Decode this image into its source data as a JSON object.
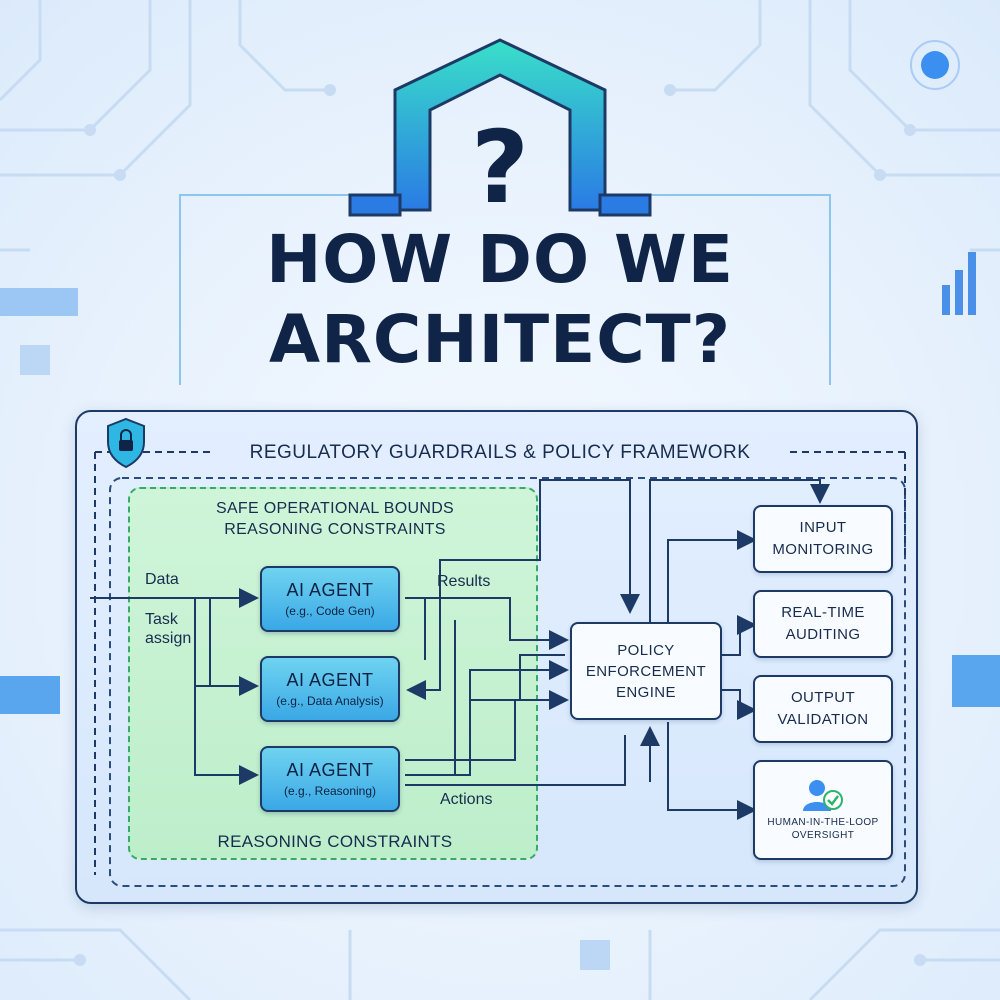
{
  "title": {
    "line1": "HOW DO WE",
    "line2": "ARCHITECT?"
  },
  "framework": {
    "title": "REGULATORY GUARDRAILS & POLICY FRAMEWORK",
    "icon": "lock-shield-icon"
  },
  "safe_bounds": {
    "title_line1": "SAFE OPERATIONAL BOUNDS",
    "title_line2": "REASONING CONSTRAINTS",
    "bottom_label": "REASONING CONSTRAINTS"
  },
  "inputs": {
    "data": "Data",
    "task_line1": "Task",
    "task_line2": "assign"
  },
  "flows": {
    "results": "Results",
    "actions": "Actions"
  },
  "agents": [
    {
      "title": "AI AGENT",
      "sub": "(e.g., Code Gen)"
    },
    {
      "title": "AI AGENT",
      "sub": "(e.g., Data Analysis)"
    },
    {
      "title": "AI AGENT",
      "sub": "(e.g., Reasoning)"
    }
  ],
  "policy_engine": {
    "line1": "POLICY",
    "line2": "ENFORCEMENT",
    "line3": "ENGINE"
  },
  "controls": [
    {
      "line1": "INPUT",
      "line2": "MONITORING"
    },
    {
      "line1": "REAL-TIME",
      "line2": "AUDITING"
    },
    {
      "line1": "OUTPUT",
      "line2": "VALIDATION"
    }
  ],
  "human": {
    "line1": "HUMAN-IN-THE-LOOP",
    "line2": "OVERSIGHT",
    "icon": "user-check-icon"
  },
  "colors": {
    "navy": "#0f2447",
    "frame_blue": "#d6e7fc",
    "safe_green": "#bdeeca",
    "agent_blue": "#3aa8e6",
    "accent_cyan": "#2ec5ea"
  }
}
